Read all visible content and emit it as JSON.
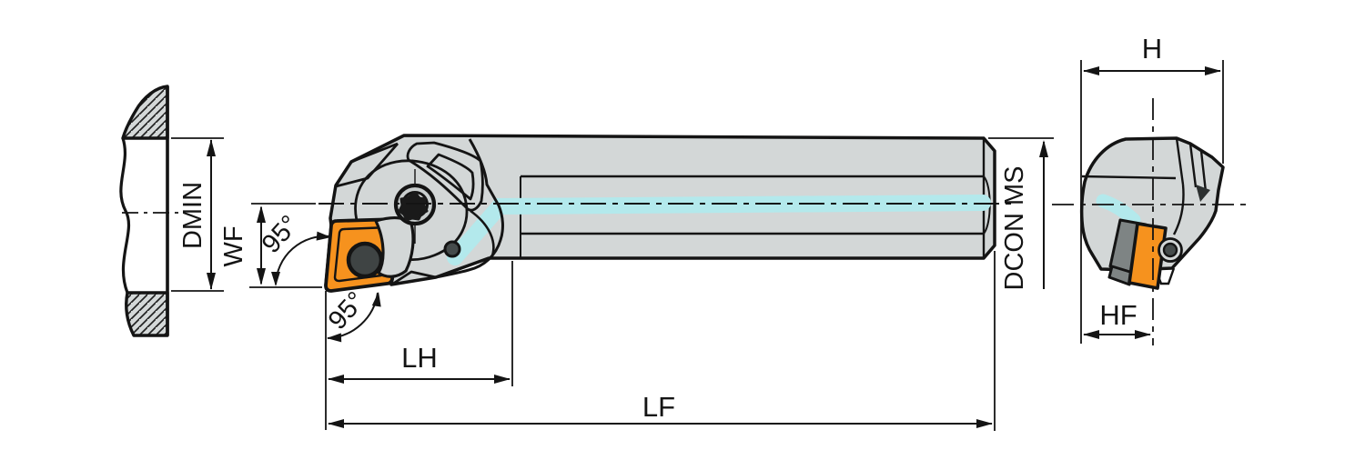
{
  "figure": {
    "type": "technical-drawing",
    "subject": "internal turning / boring bar with 95-degree lead angle and coolant channel",
    "views": {
      "workpiece_section": {
        "dimension_labels": [
          "DMIN"
        ]
      },
      "side_view": {
        "dimension_labels": [
          "WF",
          "95°",
          "95°",
          "LH",
          "LF",
          "DCON MS"
        ]
      },
      "end_view": {
        "dimension_labels": [
          "H",
          "HF"
        ]
      }
    },
    "labels": {
      "dmin": "DMIN",
      "wf": "WF",
      "angle_top": "95°",
      "angle_bottom": "95°",
      "lh": "LH",
      "lf": "LF",
      "dcon_ms": "DCON MS",
      "h": "H",
      "hf": "HF"
    },
    "colors": {
      "body_gray": "#d3d7d7",
      "screw_ring_gray": "#c9cece",
      "insert_orange": "#F6921E",
      "coolant_cyan": "#B3E9EC",
      "shim_gray": "#7E8484",
      "hole_dark": "#454B4B",
      "outline": "#141414",
      "background": "#FFFFFF"
    }
  }
}
